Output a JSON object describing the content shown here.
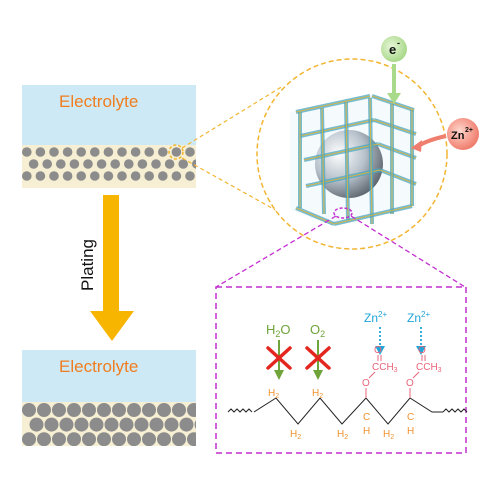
{
  "top_panel": {
    "electrolyte_label": "Electrolyte"
  },
  "bottom_panel": {
    "electrolyte_label": "Electrolyte"
  },
  "arrow": {
    "label": "Plating"
  },
  "zoom": {
    "electron_label": "e",
    "electron_charge": "-",
    "zinc_label": "Zn",
    "zinc_charge": "2+"
  },
  "chemistry": {
    "h2o": {
      "base": "H",
      "sub": "2",
      "tail": "O"
    },
    "o2": {
      "base": "O",
      "sub": "2"
    },
    "zn_ion": {
      "base": "Zn",
      "charge": "2+"
    },
    "h2_group": {
      "base": "H",
      "sub": "2"
    },
    "h_atom": "H",
    "c_atom": "C",
    "o_atom": "O",
    "acetate": {
      "base": "CCH",
      "sub": "3"
    }
  },
  "colors": {
    "electrolyte": "#cde9f6",
    "electrode": "#f6efd3",
    "particle": "#8c8c8c",
    "orange_text": "#f07d1f",
    "arrow_yellow": "#f7b500",
    "dashed_orange": "#f2b531",
    "dashed_magenta": "#c42fd1",
    "green": "#6fa43a",
    "cyan": "#1fa5d8",
    "red_x": "#e3261f",
    "chain_orange": "#f0922f",
    "ester_pink": "#e8657a"
  }
}
